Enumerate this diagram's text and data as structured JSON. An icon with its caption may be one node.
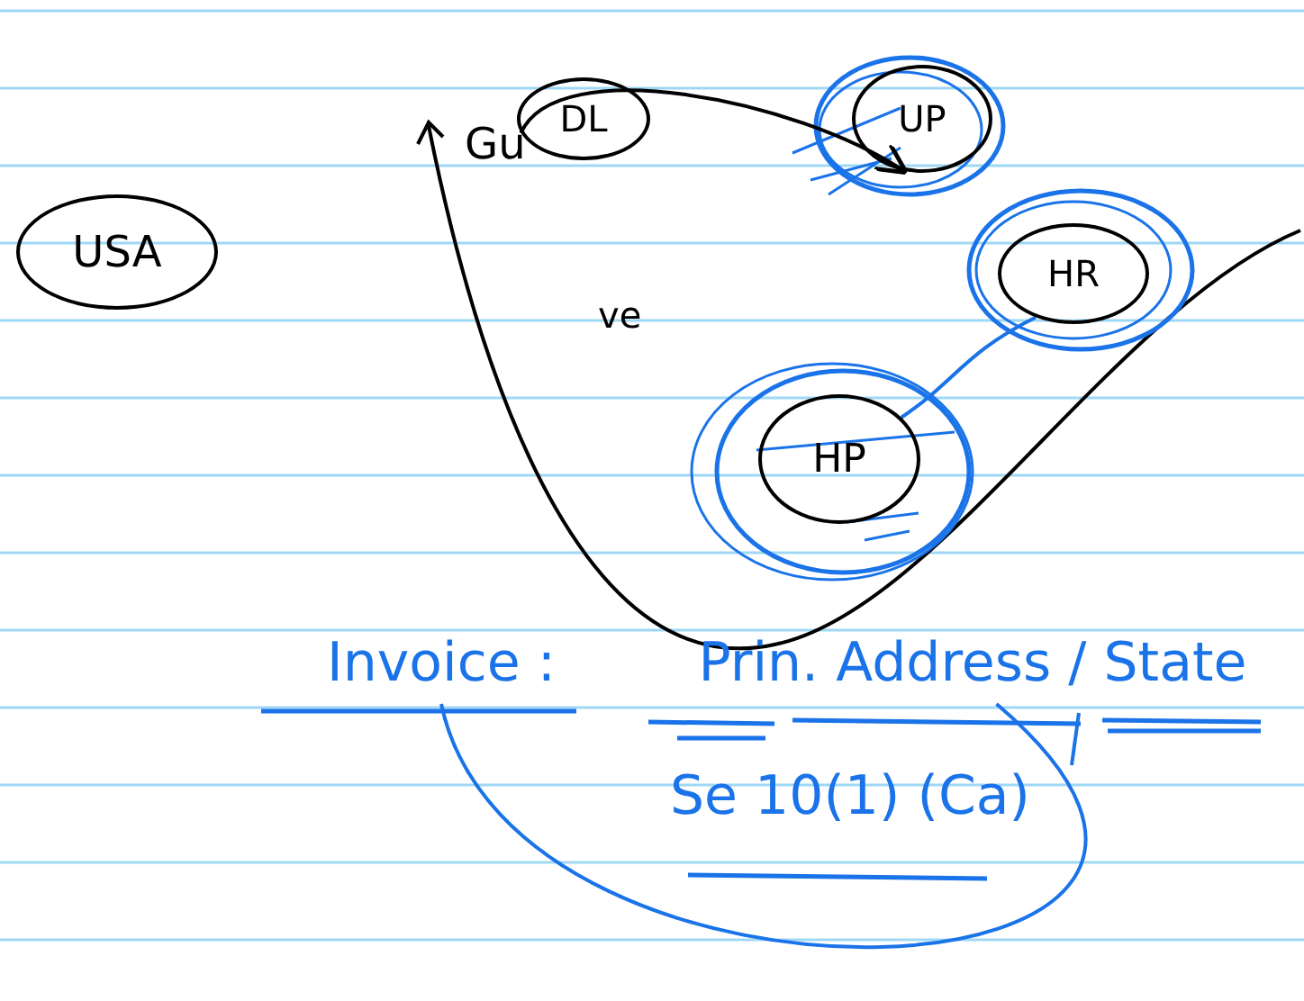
{
  "diagram": {
    "nodes": [
      {
        "text": [
          "USA"
        ]
      },
      {
        "text": [
          "DL"
        ]
      },
      {
        "text": [
          "UP"
        ]
      },
      {
        "text": [
          "HR"
        ]
      },
      {
        "text": [
          "HP"
        ]
      },
      {
        "text": [
          "Invoice :"
        ]
      },
      {
        "text": [
          "Prin. Address / State"
        ]
      }
    ],
    "edges": [
      {
        "from": 1,
        "to": 2,
        "arrow": "to",
        "color": "#000000"
      },
      {
        "from": 3,
        "to": 4,
        "arrow": "none"
      },
      {
        "from": 5,
        "to": 6,
        "arrow": "none"
      }
    ],
    "labels": [
      "Gu",
      "ve",
      "Se 10(1) (Ca)"
    ]
  }
}
